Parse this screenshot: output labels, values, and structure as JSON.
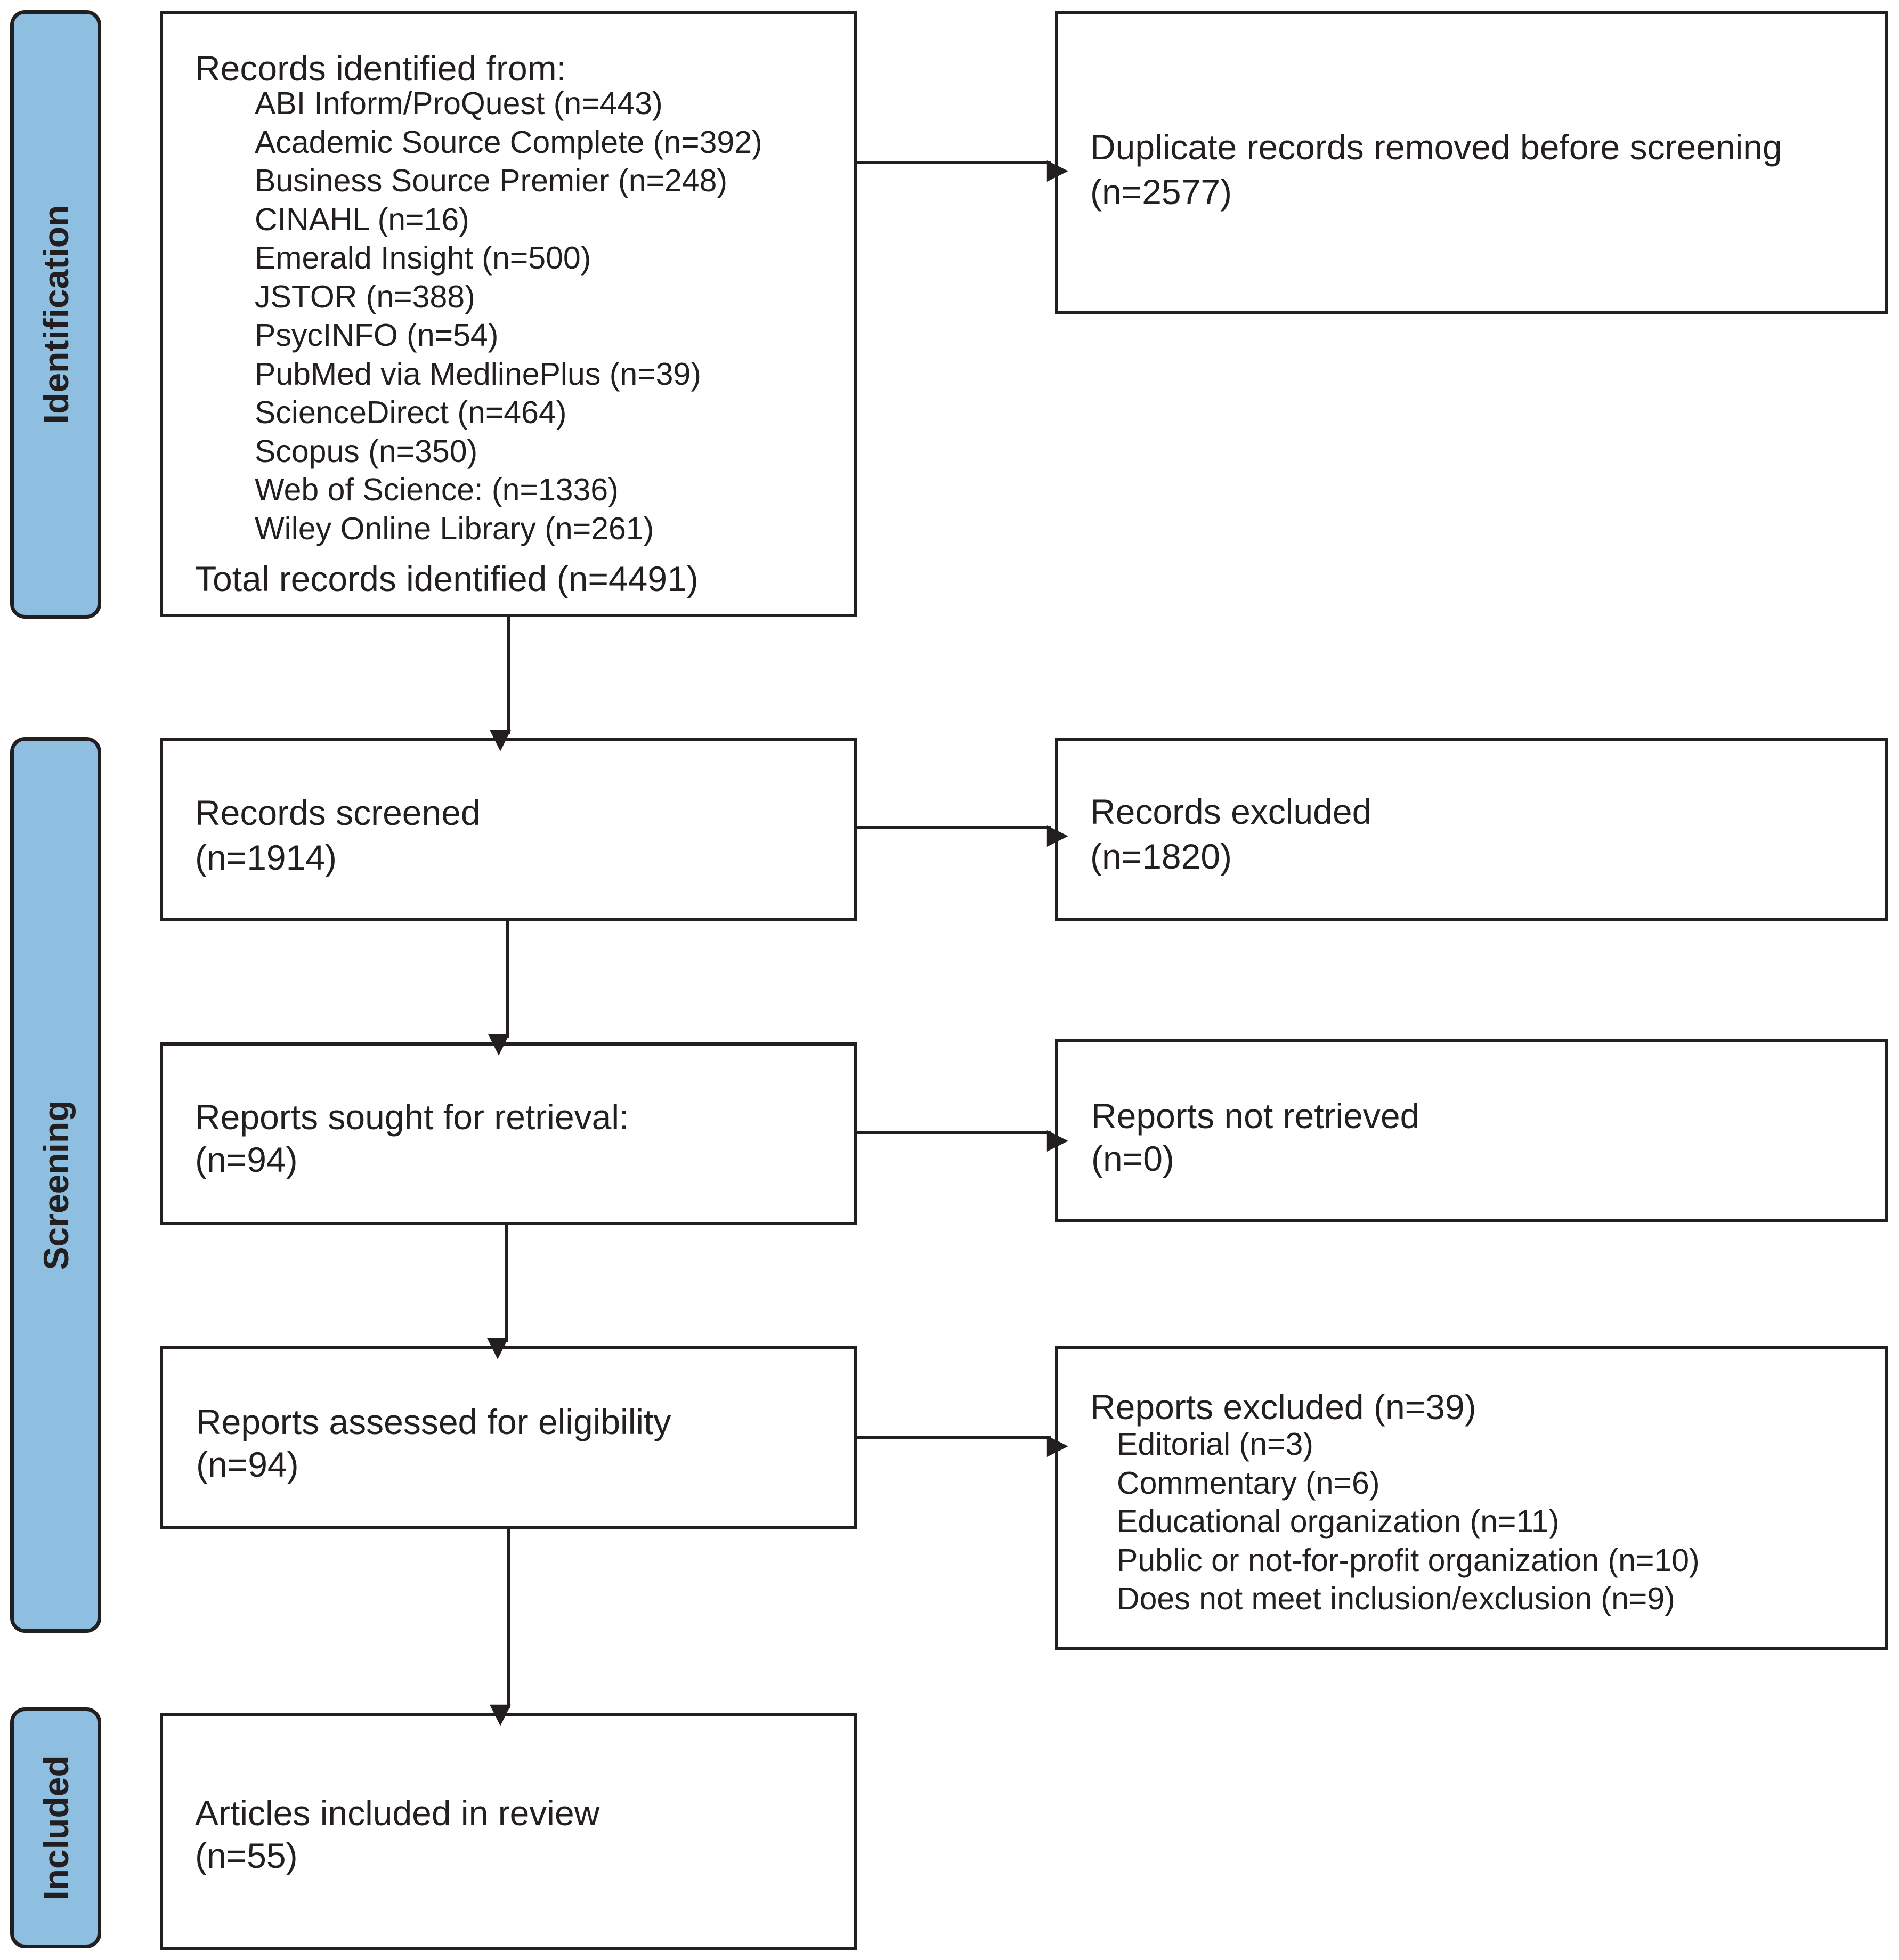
{
  "stages": {
    "identification": "Identification",
    "screening": "Screening",
    "included": "Included"
  },
  "records_identified": {
    "heading": "Records identified from:",
    "sources": [
      "ABI Inform/ProQuest (n=443)",
      "Academic Source Complete (n=392)",
      "Business Source Premier (n=248)",
      "CINAHL (n=16)",
      "Emerald Insight (n=500)",
      "JSTOR (n=388)",
      "PsycINFO (n=54)",
      "PubMed via MedlinePlus (n=39)",
      "ScienceDirect (n=464)",
      "Scopus (n=350)",
      "Web of Science: (n=1336)",
      "Wiley Online Library (n=261)"
    ],
    "total": "Total records identified (n=4491)"
  },
  "duplicates_removed": {
    "label": "Duplicate records removed before screening",
    "count": "(n=2577)"
  },
  "records_screened": {
    "label": "Records screened",
    "count": "(n=1914)"
  },
  "records_excluded": {
    "label": "Records excluded",
    "count": "(n=1820)"
  },
  "reports_sought": {
    "label": "Reports sought for retrieval:",
    "count": "(n=94)"
  },
  "reports_not_retrieved": {
    "label": "Reports not retrieved",
    "count": "(n=0)"
  },
  "reports_assessed": {
    "label": "Reports assessed for eligibility",
    "count": "(n=94)"
  },
  "reports_excluded": {
    "heading": "Reports excluded (n=39)",
    "reasons": [
      "Editorial (n=3)",
      "Commentary (n=6)",
      "Educational organization (n=11)",
      "Public or not-for-profit organization (n=10)",
      "Does not meet inclusion/exclusion (n=9)"
    ]
  },
  "articles_included": {
    "label": "Articles included in review",
    "count": "(n=55)"
  },
  "colors": {
    "stage_fill": "#8fbfe0",
    "line": "#231f20",
    "box_fill": "#ffffff"
  }
}
